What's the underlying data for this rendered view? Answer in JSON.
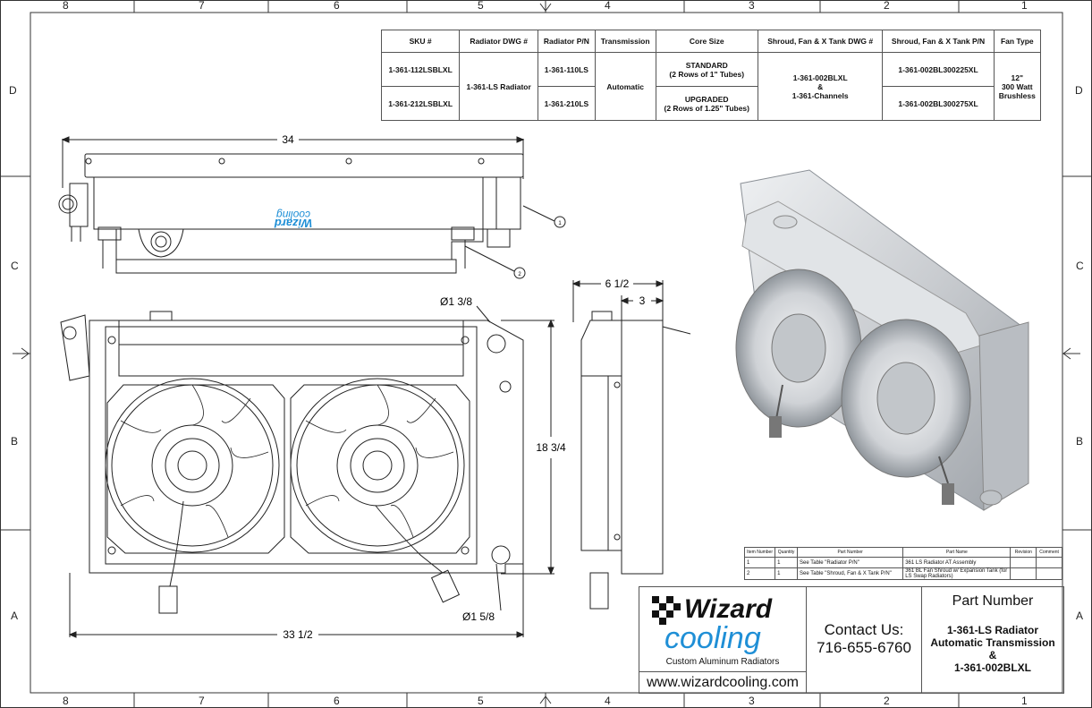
{
  "frame": {
    "columns": [
      "8",
      "7",
      "6",
      "5",
      "4",
      "3",
      "2",
      "1"
    ],
    "rows": [
      "D",
      "C",
      "B",
      "A"
    ]
  },
  "spec_table": {
    "headers": [
      "SKU #",
      "Radiator DWG #",
      "Radiator P/N",
      "Transmission",
      "Core Size",
      "Shroud, Fan & X Tank DWG #",
      "Shroud, Fan & X Tank P/N",
      "Fan Type"
    ],
    "sku": [
      "1-361-112LSBLXL",
      "1-361-212LSBLXL"
    ],
    "radiator_dwg": "1-361-LS Radiator",
    "radiator_pn": [
      "1-361-110LS",
      "1-361-210LS"
    ],
    "transmission": "Automatic",
    "core_size": [
      {
        "line1": "STANDARD",
        "line2": "(2 Rows of 1\" Tubes)"
      },
      {
        "line1": "UPGRADED",
        "line2": "(2 Rows of 1.25\" Tubes)"
      }
    ],
    "shroud_dwg": {
      "line1": "1-361-002BLXL",
      "line2": "&",
      "line3": "1-361-Channels"
    },
    "shroud_pn": [
      "1-361-002BL300225XL",
      "1-361-002BL300275XL"
    ],
    "fan_type": {
      "line1": "12\"",
      "line2": "300 Watt",
      "line3": "Brushless"
    }
  },
  "dimensions": {
    "top_width": "34",
    "front_width": "33 1/2",
    "height": "18 3/4",
    "side_depth": "6 1/2",
    "side_core": "3",
    "inlet_dia": "Ø1 3/8",
    "outlet_dia": "Ø1 5/8",
    "balloon1": "1",
    "balloon2": "2"
  },
  "bom": {
    "headers": [
      "Item Number",
      "Quantity",
      "Part Number",
      "Part Name",
      "Revision",
      "Comment"
    ],
    "rows": [
      {
        "item": "1",
        "qty": "1",
        "part": "See Table \"Radiator P/N\"",
        "name": "361 LS Radiator AT Assembly"
      },
      {
        "item": "2",
        "qty": "1",
        "part": "See Table \"Shroud, Fan & X Tank P/N\"",
        "name": "361 BL Fan Shroud w/ Expansion Tank (for LS Swap Radiators)"
      }
    ]
  },
  "title_block": {
    "logo_top": "Wizard",
    "logo_bottom": "cooling",
    "logo_tagline": "Custom Aluminum Radiators",
    "url": "www.wizardcooling.com",
    "contact_label": "Contact Us:",
    "phone": "716-655-6760",
    "part_number_label": "Part Number",
    "part_line1": "1-361-LS Radiator",
    "part_line2": "Automatic Transmission",
    "part_line3": "&",
    "part_line4": "1-361-002BLXL"
  },
  "colors": {
    "logo_blue": "#1f8fd6",
    "line": "#222222"
  }
}
